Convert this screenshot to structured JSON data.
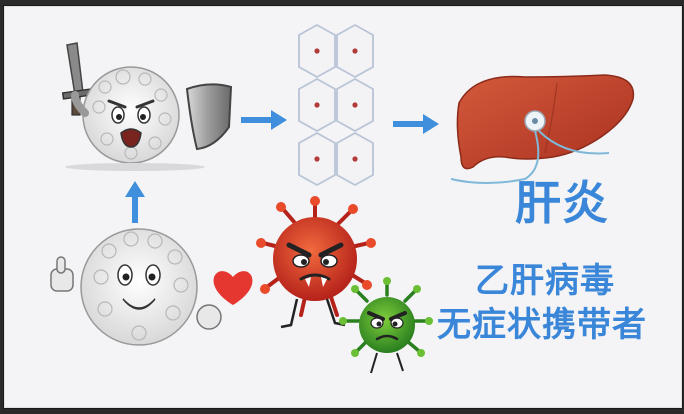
{
  "labels": {
    "liver_inflammation": "肝炎",
    "hbv_carrier_line1": "乙肝病毒",
    "hbv_carrier_line2": "无症状携带者"
  },
  "colors": {
    "text_blue": "#3a86d8",
    "arrow_blue": "#3f8fdc",
    "virus_red": "#d93a24",
    "virus_green": "#3ea12a",
    "liver_red": "#c2432c",
    "heart_red": "#e5362f"
  },
  "icons": [
    "white-blood-cell-fighting-icon",
    "white-blood-cell-happy-icon",
    "red-virus-icon",
    "green-virus-icon",
    "liver-icon",
    "hepatocyte-grid-icon",
    "heart-icon",
    "arrow-right-icon",
    "arrow-up-icon"
  ]
}
